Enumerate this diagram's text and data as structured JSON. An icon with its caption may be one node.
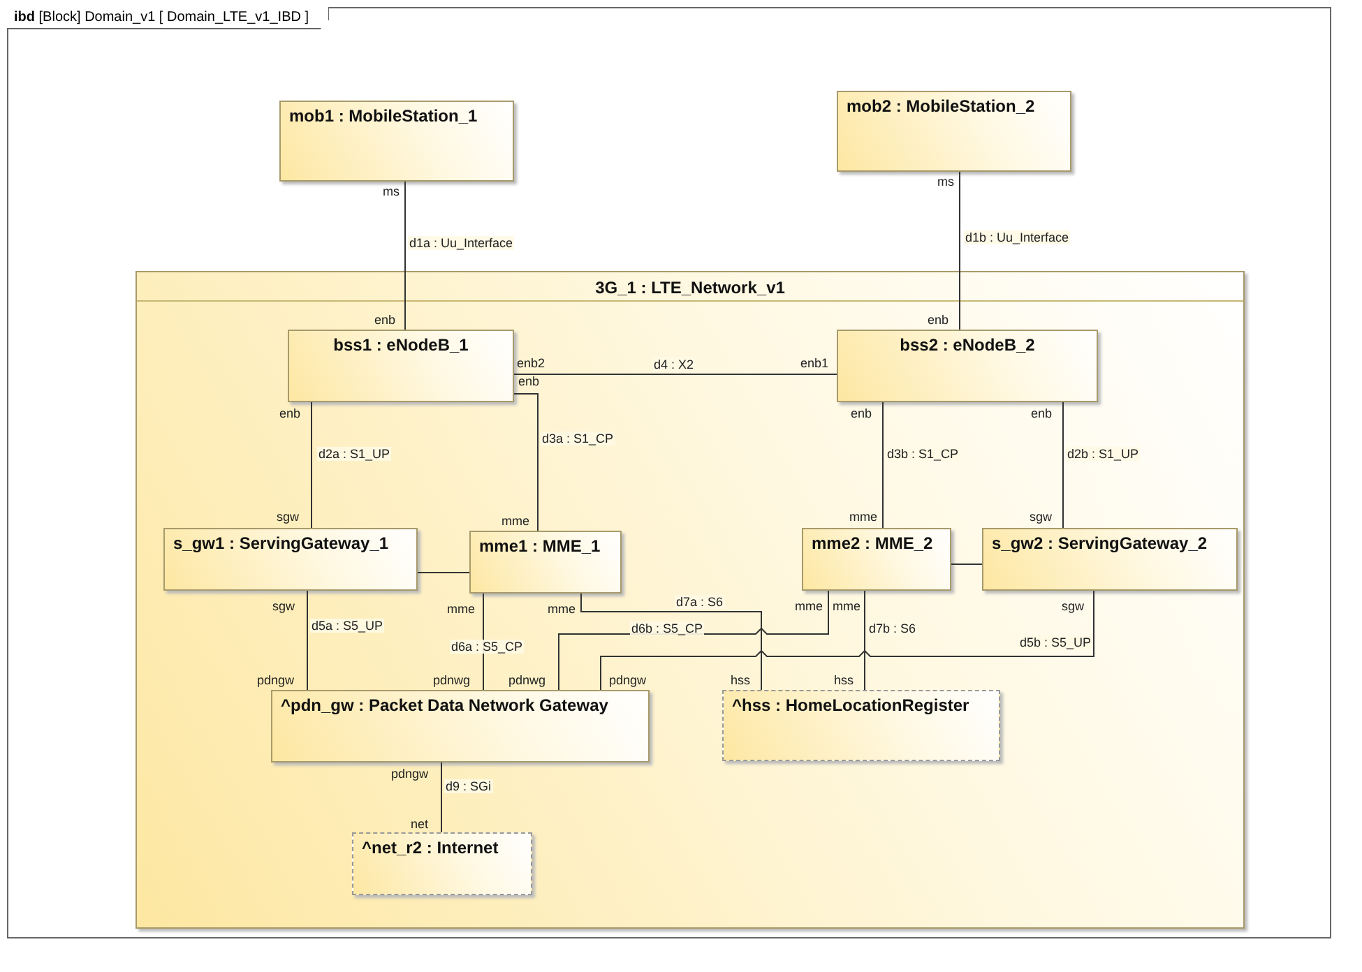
{
  "diagram": {
    "title": "**ibd** [Block] Domain_v1 [ Domain_LTE_v1_IBD ]",
    "nodes": [
      {
        "text": [
          "mob1 : MobileStation_1"
        ]
      },
      {
        "text": [
          "mob2 : MobileStation_2"
        ]
      },
      {
        "text": [
          "3G_1 : LTE_Network_v1"
        ]
      },
      {
        "text": [
          "bss1 : eNodeB_1"
        ],
        "in": 2
      },
      {
        "text": [
          "bss2 : eNodeB_2"
        ],
        "in": 2
      },
      {
        "text": [
          "s_gw1 : ServingGateway_1"
        ],
        "in": 2
      },
      {
        "text": [
          "mme1 : MME_1"
        ],
        "in": 2
      },
      {
        "text": [
          "mme2 : MME_2"
        ],
        "in": 2
      },
      {
        "text": [
          "s_gw2 : ServingGateway_2"
        ],
        "in": 2
      },
      {
        "text": [
          "^pdn_gw : Packet Data Network Gateway"
        ],
        "in": 2
      },
      {
        "text": [
          "^hss : HomeLocationRegister"
        ],
        "in": 2
      },
      {
        "text": [
          "^net_r2 : Internet"
        ],
        "in": 2
      }
    ],
    "edges": [
      {
        "from": 0,
        "to": 3,
        "arrow": "none",
        "label": "d1a : Uu_Interface"
      },
      {
        "from": 1,
        "to": 4,
        "arrow": "none",
        "label": "d1b : Uu_Interface"
      },
      {
        "from": 3,
        "to": 4,
        "arrow": "none",
        "label": "d4 : X2"
      },
      {
        "from": 3,
        "to": 6,
        "arrow": "none",
        "label": "d3a : S1_CP"
      },
      {
        "from": 3,
        "to": 5,
        "arrow": "none",
        "label": "d2a : S1_UP"
      },
      {
        "from": 4,
        "to": 7,
        "arrow": "none",
        "label": "d3b : S1_CP"
      },
      {
        "from": 4,
        "to": 8,
        "arrow": "none",
        "label": "d2b : S1_UP"
      },
      {
        "from": 5,
        "to": 6,
        "arrow": "none"
      },
      {
        "from": 7,
        "to": 8,
        "arrow": "none"
      },
      {
        "from": 5,
        "to": 9,
        "arrow": "none",
        "label": "d5a : S5_UP"
      },
      {
        "from": 6,
        "to": 9,
        "arrow": "none",
        "label": "d6a : S5_CP"
      },
      {
        "from": 6,
        "to": 10,
        "arrow": "none",
        "label": "d7a : S6"
      },
      {
        "from": 7,
        "to": 9,
        "arrow": "none",
        "label": "d6b : S5_CP"
      },
      {
        "from": 8,
        "to": 9,
        "arrow": "none",
        "label": "d5b : S5_UP"
      },
      {
        "from": 7,
        "to": 10,
        "arrow": "none",
        "label": "d7b : S6"
      },
      {
        "from": 9,
        "to": 11,
        "arrow": "none",
        "label": "d9 : SGi"
      }
    ],
    "labels": [
      "ms",
      "ms",
      "enb",
      "enb",
      "enb2",
      "enb1",
      "enb",
      "enb",
      "enb",
      "enb",
      "sgw",
      "mme",
      "mme",
      "sgw",
      "sgw",
      "mme",
      "mme",
      "mme",
      "mme",
      "sgw",
      "pdngw",
      "pdnwg",
      "pdnwg",
      "pdngw",
      "hss",
      "hss",
      "pdngw",
      "net"
    ]
  }
}
